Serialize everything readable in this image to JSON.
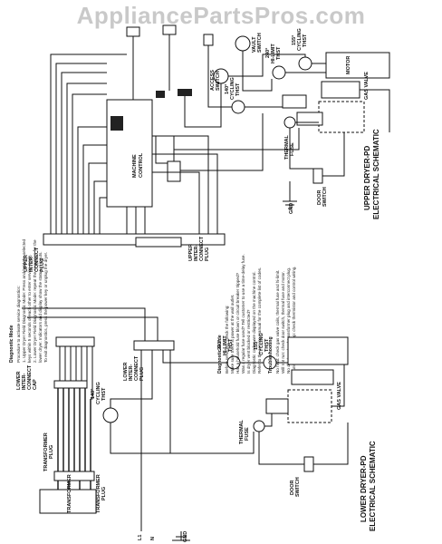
{
  "watermark": "AppliancePartsPros.com",
  "upper": {
    "title": [
      "UPPER DRYER-PD",
      "ELECTRICAL SCHEMATIC"
    ],
    "gas_valve": "GAS VALVE",
    "thermal_fuse": [
      "THERMAL",
      "FUSE"
    ],
    "door_switch": [
      "DOOR",
      "SWITCH"
    ],
    "cycling_thermostat_140": [
      "140°",
      "CYCLING",
      "THST"
    ],
    "hi_limit_240": [
      "240°",
      "HI-LIMIT",
      "THST"
    ],
    "cycling_thermostat_155": [
      "155°",
      "CYCLING",
      "THST"
    ],
    "vault_switch": [
      "VAULT",
      "SWITCH"
    ],
    "access_switch": [
      "ACCESS",
      "SWITCH"
    ],
    "machine_control": [
      "MACHINE",
      "CONTROL"
    ],
    "interconnect_plug": [
      "UPPER",
      "INTER-",
      "CONNECT",
      "PLUG"
    ],
    "interconnect_plug_2": [
      "UPPER",
      "INTER-",
      "CONNECT",
      "PLUG"
    ],
    "motor": "MOTOR",
    "gnd": "GND"
  },
  "lower": {
    "title": [
      "LOWER DRYER-PD",
      "ELECTRICAL SCHEMATIC"
    ],
    "gas_valve": "GAS VALVE",
    "thermal_fuse": [
      "THERMAL",
      "FUSE"
    ],
    "door_switch": [
      "DOOR",
      "SWITCH"
    ],
    "cycling_thermostat_140": [
      "140°",
      "CYCLING",
      "THST"
    ],
    "hi_limit_240": [
      "240°",
      "HI-LIMIT",
      "THST"
    ],
    "cycling_thermostat_155": [
      "155°",
      "CYCLING",
      "THST"
    ],
    "interconnect_cap": [
      "LOWER",
      "INTER-",
      "CONNECT",
      "CAP"
    ],
    "interconnect_plug": [
      "LOWER",
      "INTER-",
      "CONNECT",
      "PLUG"
    ],
    "transformer": "TRANSFORMER",
    "transformer_plug_1": [
      "TRANSFORMER",
      "PLUG"
    ],
    "transformer_plug_2": [
      "TRANSFORMER",
      "PLUG"
    ],
    "gnd": "GND",
    "l1": "L1",
    "n": "N"
  },
  "notes": {
    "diagnostic_heading": "Diagnostic Guide",
    "diagnostic_lines": [
      "Before servicing, check the following:",
      "Make sure there is power at the wall outlet.",
      "Has a household fuse blown or circuit breaker tripped?",
      "Was a regular fuse used? Tell customer to use a time-delay fuse.",
      "Is dryer vent blocked or restricted?",
      "Diagnostic codes are displayed on the machine control.",
      "Refer to the service manual for the complete list of codes."
    ],
    "diagnostic_mode_heading": "Diagnostic Mode",
    "diagnostic_mode_lines": [
      "Procedure to activate service diagnostics:",
      "1. Upper Dryer Field Diagnostic Mode: Press and hold the selected",
      "keys within 5 seconds of each other to enter service mode.",
      "2. Lower Dryer Field Diagnostic Mode: repeat the sequence for the",
      "lower dryer. Indicators and display show the status of inputs.",
      "To exit diagnostics, press the power key or unplug the dryer."
    ],
    "troubleshoot_heading": "Troubleshooting",
    "troubleshoot_lines": [
      "No heat: check gas valve coils, thermal fuse and hi-limit.",
      "Will not run: check door switch, thermal fuse and motor.",
      "No display: check transformer plug and interconnect plug.",
      "Runs but will not stop: check thermistor and control wiring."
    ]
  }
}
